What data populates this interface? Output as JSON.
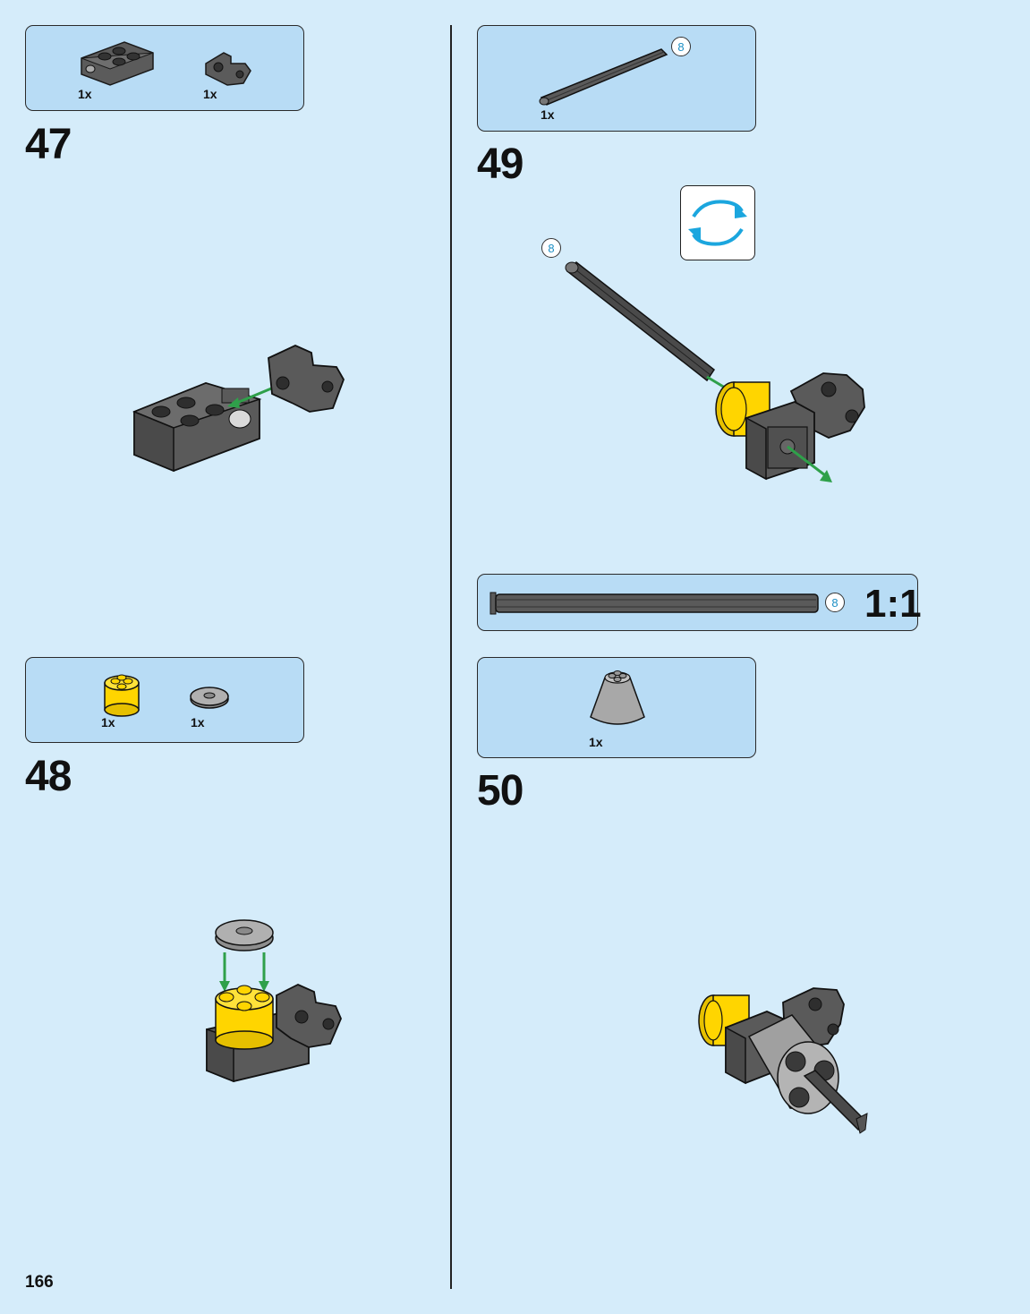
{
  "page_number": "166",
  "steps": [
    {
      "number": "47",
      "parts": [
        {
          "qty": "1x",
          "icon": "technic-brick-with-pin-hole"
        },
        {
          "qty": "1x",
          "icon": "technic-connector-bracket"
        }
      ]
    },
    {
      "number": "48",
      "parts": [
        {
          "qty": "1x",
          "icon": "yellow-round-brick"
        },
        {
          "qty": "1x",
          "icon": "gray-round-plate"
        }
      ]
    },
    {
      "number": "49",
      "parts": [
        {
          "qty": "1x",
          "icon": "technic-axle-8"
        }
      ],
      "axle_length": "8"
    },
    {
      "number": "50",
      "parts": [
        {
          "qty": "1x",
          "icon": "gray-cone"
        }
      ]
    }
  ],
  "scale_callout": {
    "length": "8",
    "ratio": "1:1"
  },
  "colors": {
    "background": "#d5ecfa",
    "parts_box": "#b8dcf5",
    "dark_gray": "#5b5b5b",
    "yellow": "#ffd500",
    "light_gray": "#a0a0a0",
    "arrow_green": "#2fa04a",
    "rotate_blue": "#1ba6de"
  }
}
